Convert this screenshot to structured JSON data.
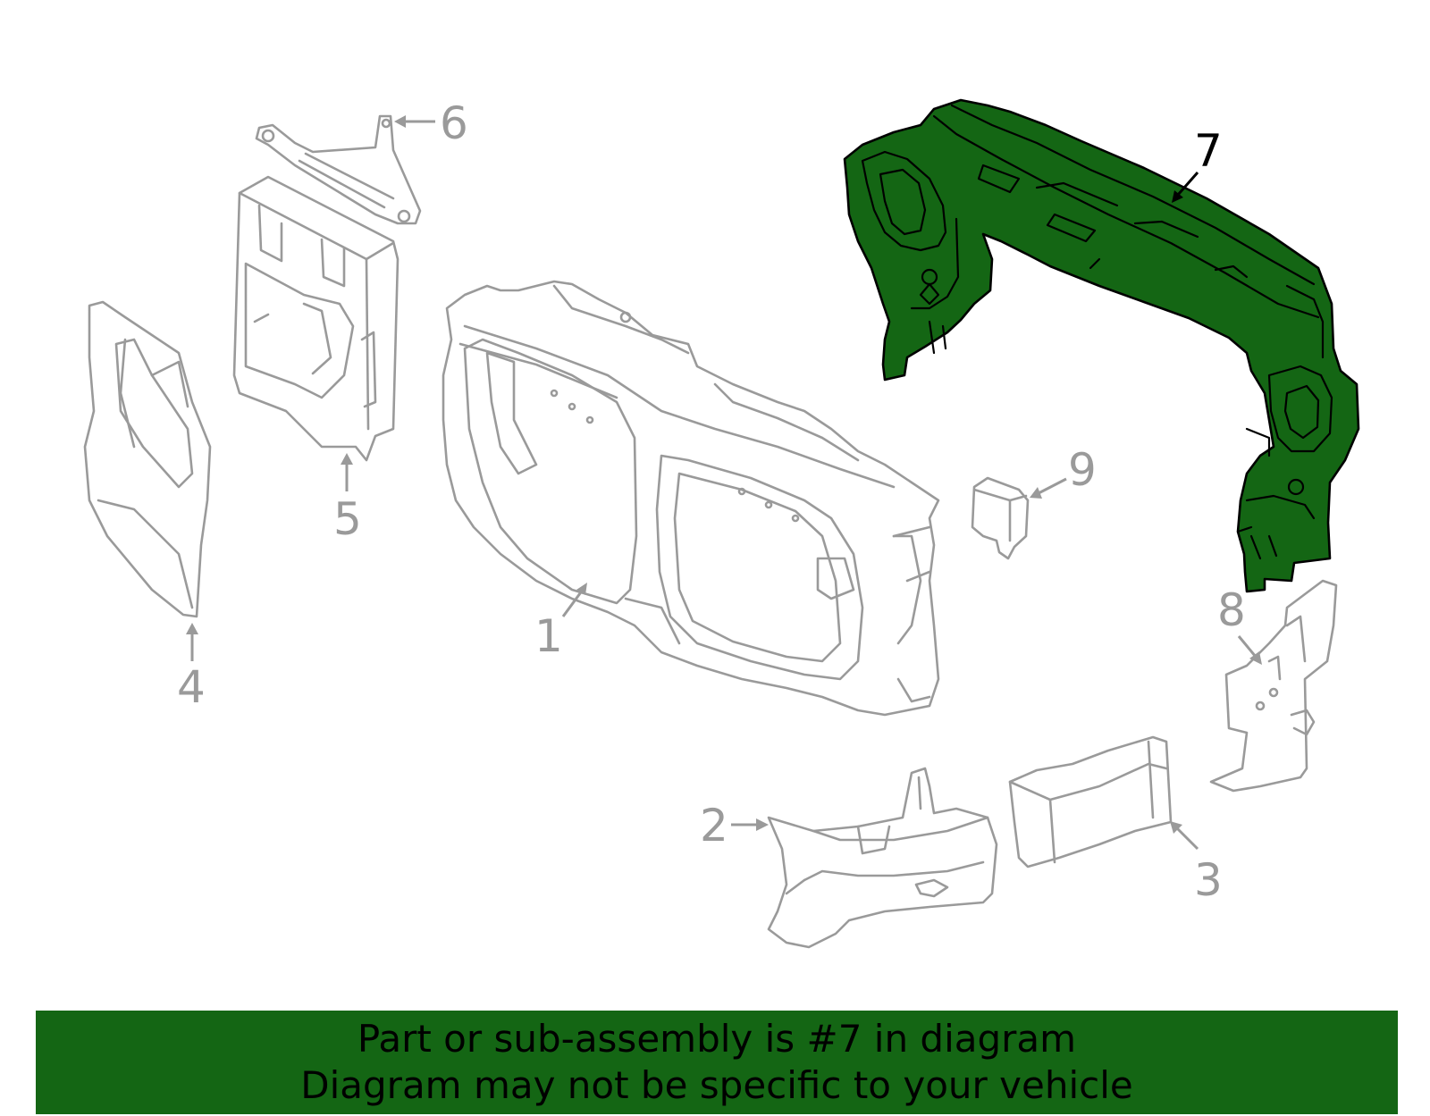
{
  "colors": {
    "highlight": "#146614",
    "part_outline": "#9a9a9a",
    "highlight_outline": "#000000",
    "banner_background": "#146614",
    "banner_text": "#000000",
    "callout_default": "#9a9a9a",
    "callout_highlight": "#000000"
  },
  "diagram": {
    "highlighted_part": "7",
    "callouts": [
      {
        "id": "1",
        "label": "1",
        "highlighted": false
      },
      {
        "id": "2",
        "label": "2",
        "highlighted": false
      },
      {
        "id": "3",
        "label": "3",
        "highlighted": false
      },
      {
        "id": "4",
        "label": "4",
        "highlighted": false
      },
      {
        "id": "5",
        "label": "5",
        "highlighted": false
      },
      {
        "id": "6",
        "label": "6",
        "highlighted": false
      },
      {
        "id": "7",
        "label": "7",
        "highlighted": true
      },
      {
        "id": "8",
        "label": "8",
        "highlighted": false
      },
      {
        "id": "9",
        "label": "9",
        "highlighted": false
      }
    ]
  },
  "banner": {
    "line1": "Part or sub-assembly is #7 in diagram",
    "line2": "Diagram may not be specific to your vehicle"
  }
}
